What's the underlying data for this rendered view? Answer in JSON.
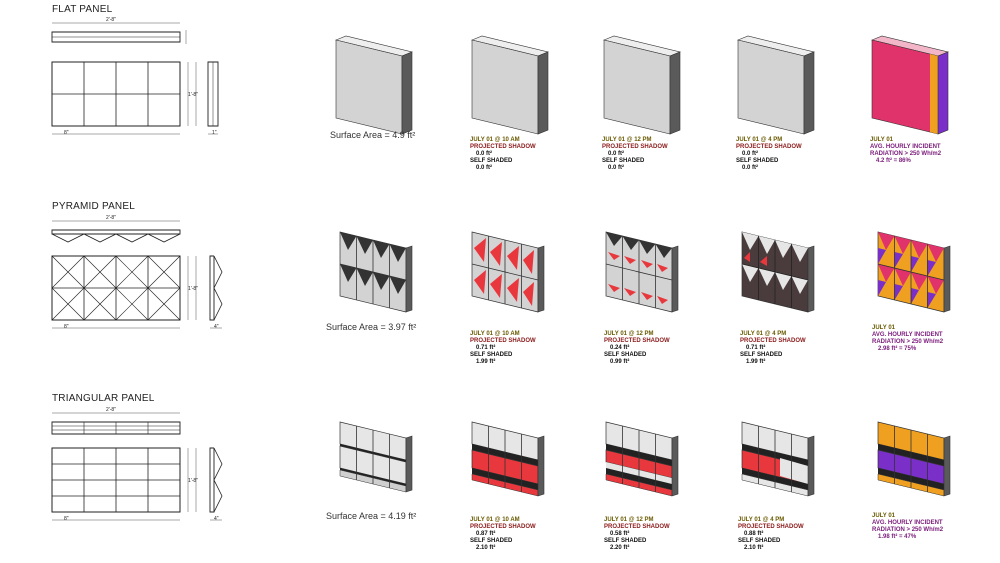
{
  "rows": [
    {
      "title": "FLAT PANEL",
      "surface_area": "Surface Area = 4.9 ft²",
      "dims": {
        "top_width": "2'-8\"",
        "height": "1'-8\"",
        "cell": "8\"",
        "depth": "1\""
      },
      "renders": [
        {
          "date": "JULY 01 @ 10 AM",
          "shadow_label": "PROJECTED SHADOW",
          "shadow_value": "0.0 ft²",
          "self_label": "SELF SHADED",
          "self_value": "0.0 ft²"
        },
        {
          "date": "JULY 01 @ 12 PM",
          "shadow_label": "PROJECTED SHADOW",
          "shadow_value": "0.0 ft²",
          "self_label": "SELF SHADED",
          "self_value": "0.0 ft²"
        },
        {
          "date": "JULY 01 @ 4 PM",
          "shadow_label": "PROJECTED SHADOW",
          "shadow_value": "0.0 ft²",
          "self_label": "SELF SHADED",
          "self_value": "0.0 ft²"
        }
      ],
      "radiation": {
        "date": "JULY 01",
        "line1": "AVG. HOURLY INCIDENT",
        "line2": "RADIATION > 250 Wh/m2",
        "value": "4.2 ft² = 86%"
      }
    },
    {
      "title": "PYRAMID PANEL",
      "surface_area": "Surface Area = 3.97 ft²",
      "dims": {
        "top_width": "2'-8\"",
        "height": "1'-8\"",
        "cell": "8\"",
        "depth": "4\""
      },
      "renders": [
        {
          "date": "JULY 01 @ 10 AM",
          "shadow_label": "PROJECTED SHADOW",
          "shadow_value": "0.71 ft²",
          "self_label": "SELF SHADED",
          "self_value": "1.99 ft²"
        },
        {
          "date": "JULY 01 @ 12 PM",
          "shadow_label": "PROJECTED SHADOW",
          "shadow_value": "0.24 ft²",
          "self_label": "SELF SHADED",
          "self_value": "0.99 ft²"
        },
        {
          "date": "JULY 01 @ 4 PM",
          "shadow_label": "PROJECTED SHADOW",
          "shadow_value": "0.71 ft²",
          "self_label": "SELF SHADED",
          "self_value": "1.99 ft²"
        }
      ],
      "radiation": {
        "date": "JULY 01",
        "line1": "AVG. HOURLY INCIDENT",
        "line2": "RADIATION > 250 Wh/m2",
        "value": "2.98 ft² = 75%"
      }
    },
    {
      "title": "TRIANGULAR PANEL",
      "surface_area": "Surface Area = 4.19 ft²",
      "dims": {
        "top_width": "2'-8\"",
        "height": "1'-8\"",
        "cell": "8\"",
        "depth": "4\""
      },
      "renders": [
        {
          "date": "JULY 01 @ 10 AM",
          "shadow_label": "PROJECTED SHADOW",
          "shadow_value": "0.87 ft²",
          "self_label": "SELF SHADED",
          "self_value": "2.10 ft²"
        },
        {
          "date": "JULY 01 @ 12 PM",
          "shadow_label": "PROJECTED SHADOW",
          "shadow_value": "0.58 ft²",
          "self_label": "SELF SHADED",
          "self_value": "2.20 ft²"
        },
        {
          "date": "JULY 01 @ 4 PM",
          "shadow_label": "PROJECTED SHADOW",
          "shadow_value": "0.88 ft²",
          "self_label": "SELF SHADED",
          "self_value": "2.10 ft²"
        }
      ],
      "radiation": {
        "date": "JULY 01",
        "line1": "AVG. HOURLY INCIDENT",
        "line2": "RADIATION > 250 Wh/m2",
        "value": "1.98 ft² = 47%"
      }
    }
  ],
  "colors": {
    "panel_face": "#d3d3d3",
    "panel_side": "#5a5a5a",
    "shadow_red": "#e8383d",
    "dark_face": "#4a3c3c",
    "radiation_magenta": "#e0336b",
    "radiation_orange": "#f0a020",
    "radiation_violet": "#7a2fc8"
  }
}
